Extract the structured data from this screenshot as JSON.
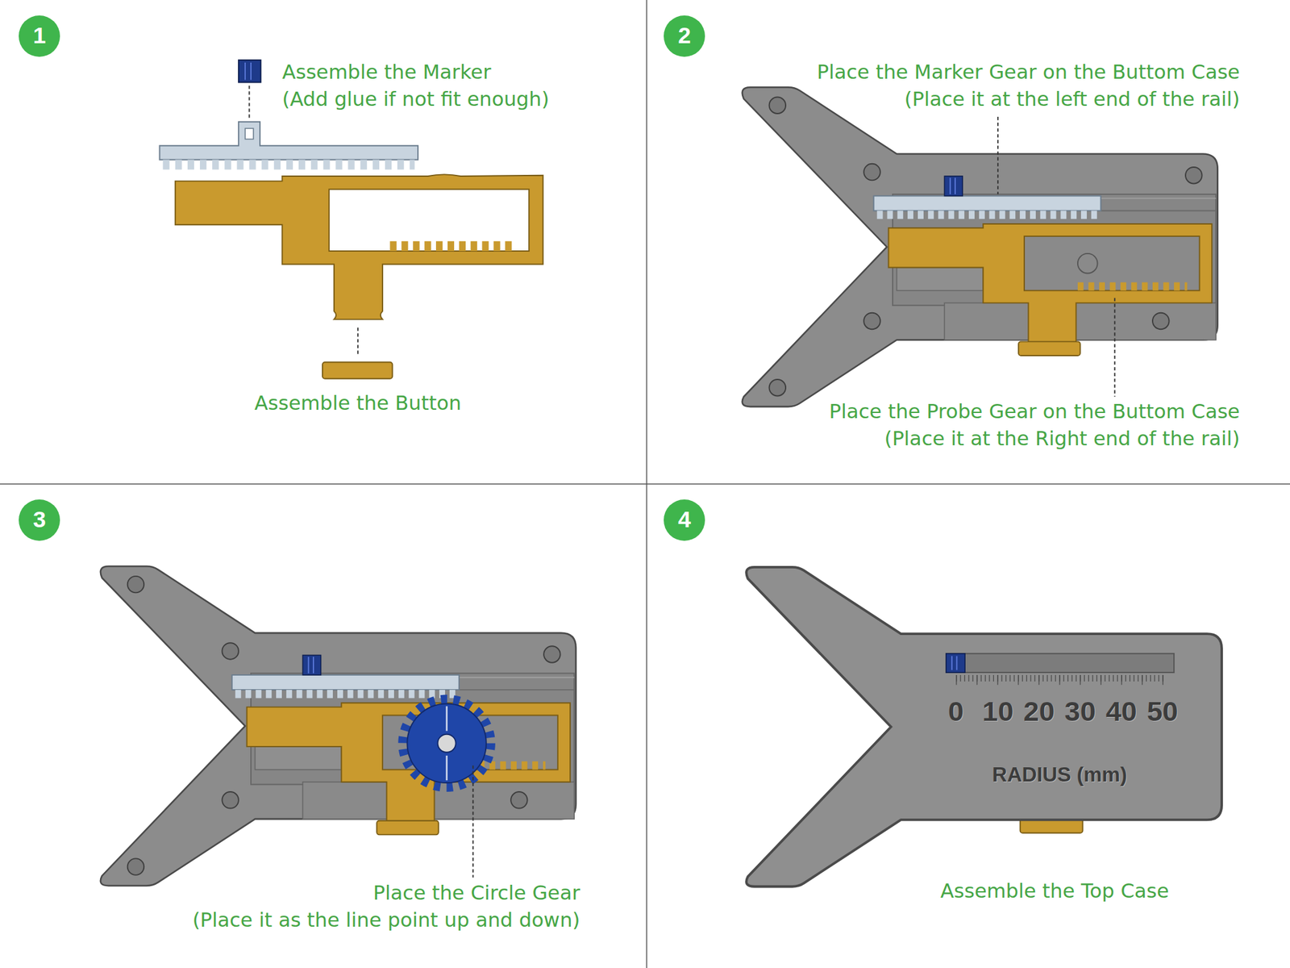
{
  "diagram": {
    "nodes": [
      {
        "text": [
          "1"
        ]
      },
      {
        "text": [
          "2"
        ]
      },
      {
        "text": [
          "3"
        ]
      },
      {
        "text": [
          "4"
        ]
      }
    ],
    "labels": [
      "Assemble the Marker",
      "(Add glue if not fit enough)",
      "Assemble the Button",
      "Place the Marker Gear on the Buttom Case",
      "(Place it at the left end of the rail)",
      "Place the Probe Gear on the Buttom Case",
      "(Place it at the Right end of the rail)",
      "Place the Circle Gear",
      "(Place it as the line point up and down)",
      "0",
      "10",
      "20",
      "30",
      "40",
      "50",
      "RADIUS (mm)",
      "Assemble the Top Case"
    ]
  }
}
